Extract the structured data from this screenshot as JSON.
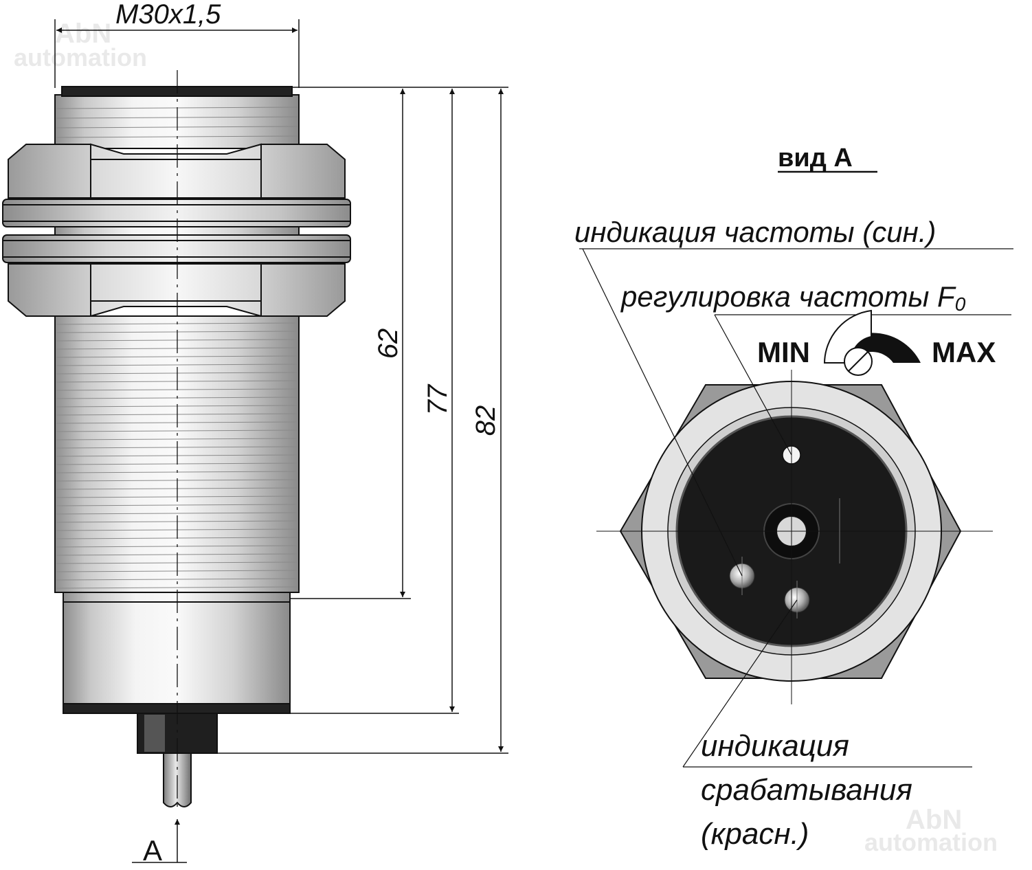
{
  "watermarks": {
    "top_brand": "AbN",
    "top_sub": "automation",
    "bottom_brand": "AbN",
    "bottom_sub": "automation"
  },
  "side_view": {
    "thread_label": "M30x1,5",
    "dim_62": "62",
    "dim_77": "77",
    "dim_82": "82",
    "view_marker": "A"
  },
  "view_a": {
    "title": "вид А",
    "label_freq_indication": "индикация частоты (син.)",
    "label_freq_adjust": "регулировка частоты F",
    "label_freq_adjust_sub": "0",
    "min_label": "MIN",
    "max_label": "MAX",
    "label_trigger_line1": "индикация",
    "label_trigger_line2": "срабатывания",
    "label_trigger_line3": "(красн.)"
  },
  "colors": {
    "body_light": "#e6e6e6",
    "body_dark": "#8a8a8a",
    "face_black": "#1a1a1a",
    "line": "#111111"
  },
  "icons": [
    "screwdriver-slot-icon",
    "rotation-arc-icon",
    "arrow-up-icon"
  ]
}
